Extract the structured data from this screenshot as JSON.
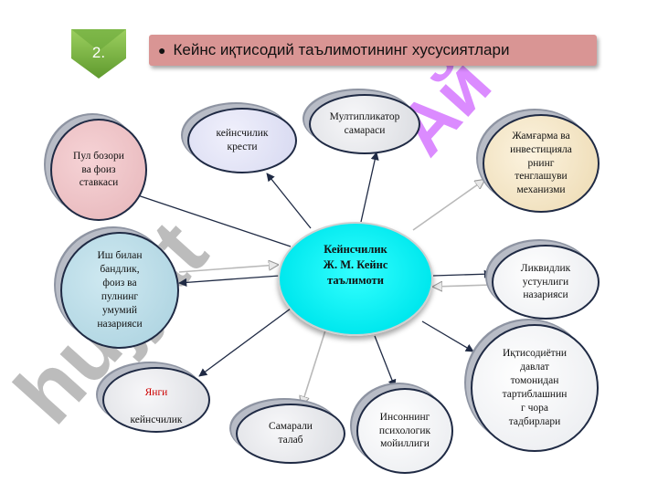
{
  "slide": {
    "number": "2.",
    "title": "Кейнс иқтисодий таълимотининг хусусиятлари"
  },
  "diagram": {
    "center": "Кейнсчилик\nЖ. М. Кейнс\nтаълимоти",
    "nodes": {
      "money_market": "Пул бозори\nва фоиз\nставкаси",
      "crisis": "кейнсчилик\nкрести",
      "multiplier": "Мултипликатор\nсамараси",
      "savings": "Жамғарма ва\nинвестицияла\nрнинг\nтенглашуви\nмеханизми",
      "employment": "Иш билан\nбандлик,\nфоиз ва\nпулнинг\nумумий\nназарияси",
      "liquidity": "Ликвидлик\nустунлиги\nназарияси",
      "new_keynes_prefix": "Янги",
      "new_keynes_rest": "кейнсчилик",
      "state_measures": "Иқтисодиётни\nдавлат\nтомонидан\nтартиблашнин\nг чора\nтадбирлари",
      "effective_demand": "Самарали\nталаб",
      "psychology": "Инсоннинг\nпсихологик\nмойиллиги"
    }
  },
  "colors": {
    "title_bg": "#d99594",
    "badge": "#76b043",
    "center": "#00e8ee",
    "arrow": "#1f2a44",
    "watermark": "#b000ff"
  }
}
